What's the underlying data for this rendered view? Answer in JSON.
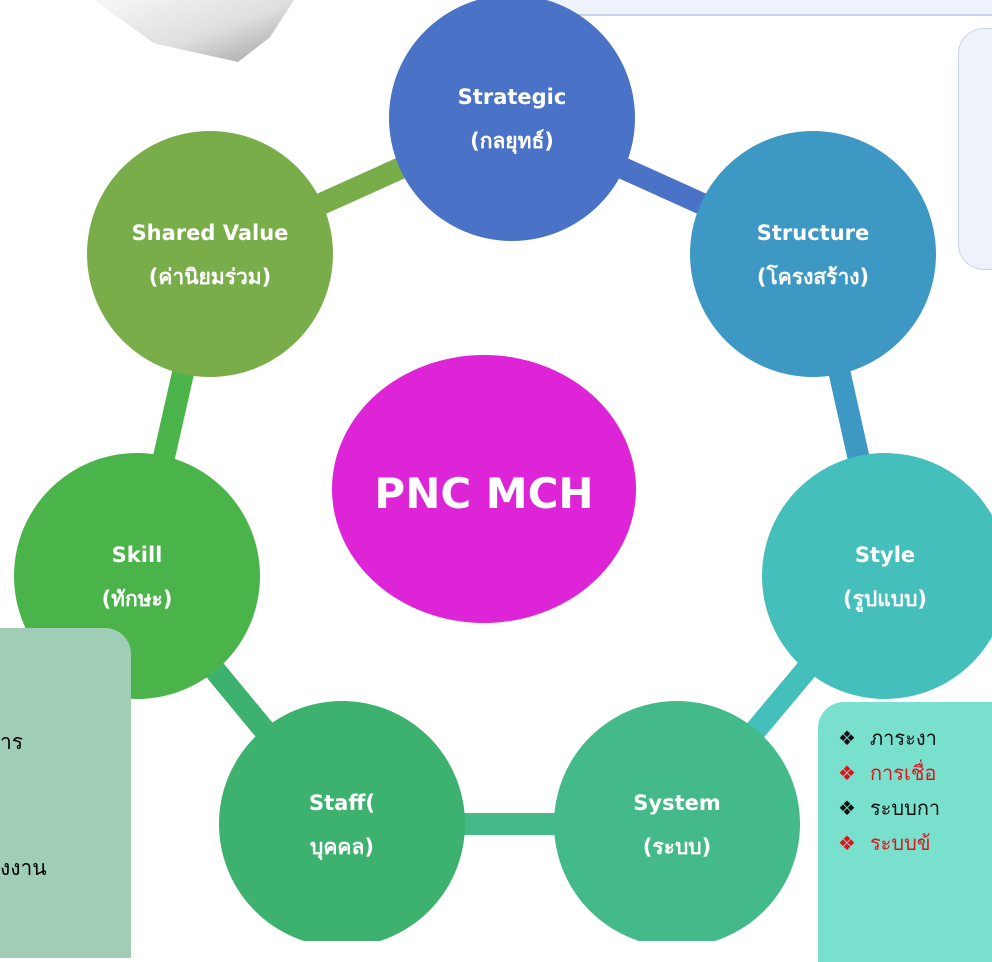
{
  "center": {
    "label": "PNC MCH"
  },
  "nodes": [
    {
      "id": "strategic",
      "line1": "Strategic",
      "line2": "(กลยุทธ์)"
    },
    {
      "id": "structure",
      "line1": "Structure",
      "line2": "(โครงสร้าง)"
    },
    {
      "id": "style",
      "line1": "Style",
      "line2": "(รูปแบบ)"
    },
    {
      "id": "system",
      "line1": "System",
      "line2": "(ระบบ)"
    },
    {
      "id": "staff",
      "line1": "Staff(",
      "line2": "บุคคล)"
    },
    {
      "id": "skill",
      "line1": "Skill",
      "line2": "(ทักษะ)"
    },
    {
      "id": "shared-value",
      "line1": "Shared Value",
      "line2": "(ค่านิยมร่วม)"
    }
  ],
  "colors": {
    "strategic": "#4a72c6",
    "structure": "#3d98c3",
    "style": "#44bfbc",
    "system": "#44b98a",
    "staff": "#3db16e",
    "skill": "#4ab34a",
    "shared_value": "#79ad49",
    "center": "#dd24d6",
    "panel_left": "#a0cdb6",
    "panel_right": "#78e0cd"
  },
  "left_panel": {
    "line1": "าร",
    "line2": "ังงาน"
  },
  "right_panel": {
    "items": [
      {
        "text": "ภาระงา",
        "color": "black"
      },
      {
        "text": "การเชื่อ",
        "color": "red"
      },
      {
        "text": "ระบบกา",
        "color": "black"
      },
      {
        "text": "ระบบข้",
        "color": "red"
      }
    ]
  }
}
